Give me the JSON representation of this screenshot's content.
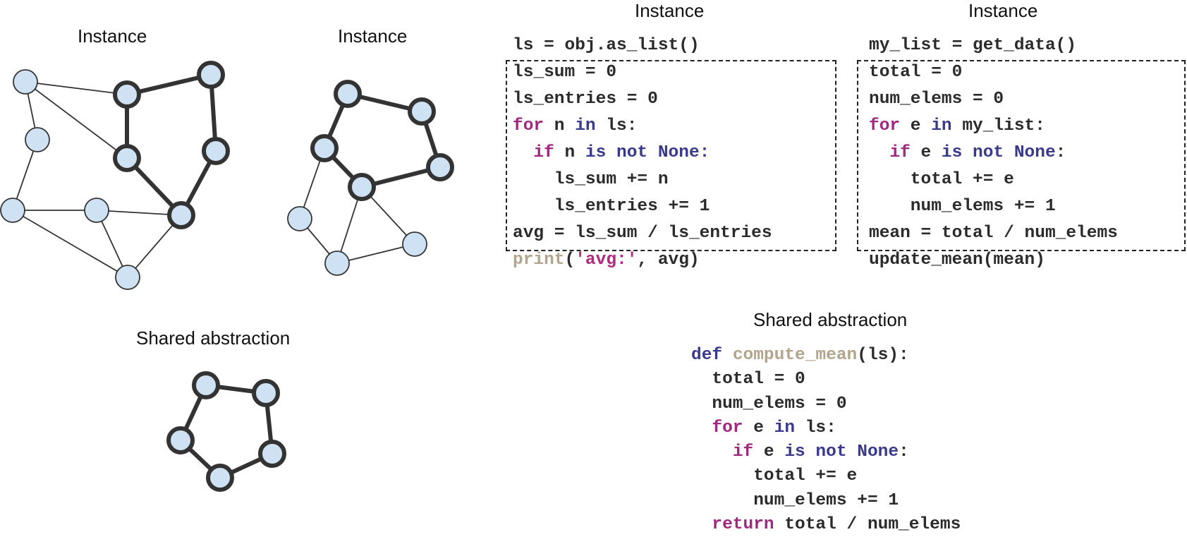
{
  "labels": {
    "graph_instance_1": "Instance",
    "graph_instance_2": "Instance",
    "graph_shared": "Shared abstraction",
    "code_instance_1": "Instance",
    "code_instance_2": "Instance",
    "code_shared": "Shared abstraction"
  },
  "colors": {
    "node_fill": "#cfe2f3",
    "edge": "#333333",
    "keyword_purple": "#a0287f",
    "keyword_blue": "#3a3a8c",
    "builtin_tan": "#b3a48c",
    "string_magenta": "#b0287f",
    "plain": "#2b2b2b"
  },
  "code_instance_1": {
    "lines": [
      [
        {
          "t": "ls = obj.as_list()",
          "c": "plain"
        }
      ],
      [
        {
          "t": "ls_sum = 0",
          "c": "plain"
        }
      ],
      [
        {
          "t": "ls_entries = 0",
          "c": "plain"
        }
      ],
      [
        {
          "t": "for",
          "c": "keyword_purple"
        },
        {
          "t": " n ",
          "c": "plain"
        },
        {
          "t": "in",
          "c": "keyword_blue"
        },
        {
          "t": " ls:",
          "c": "plain"
        }
      ],
      [
        {
          "t": "  ",
          "c": "plain"
        },
        {
          "t": "if",
          "c": "keyword_purple"
        },
        {
          "t": " n ",
          "c": "plain"
        },
        {
          "t": "is not None:",
          "c": "keyword_blue"
        }
      ],
      [
        {
          "t": "    ls_sum += n",
          "c": "plain"
        }
      ],
      [
        {
          "t": "    ls_entries += 1",
          "c": "plain"
        }
      ],
      [
        {
          "t": "avg = ls_sum / ls_entries",
          "c": "plain"
        }
      ],
      [
        {
          "t": "print",
          "c": "builtin_tan"
        },
        {
          "t": "(",
          "c": "plain"
        },
        {
          "t": "'avg:'",
          "c": "string_magenta"
        },
        {
          "t": ", avg)",
          "c": "plain"
        }
      ]
    ]
  },
  "code_instance_2": {
    "lines": [
      [
        {
          "t": "my_list = get_data()",
          "c": "plain"
        }
      ],
      [
        {
          "t": "total = 0",
          "c": "plain"
        }
      ],
      [
        {
          "t": "num_elems = 0",
          "c": "plain"
        }
      ],
      [
        {
          "t": "for",
          "c": "keyword_purple"
        },
        {
          "t": " e ",
          "c": "plain"
        },
        {
          "t": "in",
          "c": "keyword_blue"
        },
        {
          "t": " my_list:",
          "c": "plain"
        }
      ],
      [
        {
          "t": "  ",
          "c": "plain"
        },
        {
          "t": "if",
          "c": "keyword_purple"
        },
        {
          "t": " e ",
          "c": "plain"
        },
        {
          "t": "is not None",
          "c": "keyword_blue"
        },
        {
          "t": ":",
          "c": "plain"
        }
      ],
      [
        {
          "t": "    total += e",
          "c": "plain"
        }
      ],
      [
        {
          "t": "    num_elems += 1",
          "c": "plain"
        }
      ],
      [
        {
          "t": "mean = total / num_elems",
          "c": "plain"
        }
      ],
      [
        {
          "t": "update_mean(mean)",
          "c": "plain"
        }
      ]
    ]
  },
  "code_shared": {
    "lines": [
      [
        {
          "t": "def",
          "c": "keyword_blue"
        },
        {
          "t": " ",
          "c": "plain"
        },
        {
          "t": "compute_mean",
          "c": "builtin_tan"
        },
        {
          "t": "(ls):",
          "c": "plain"
        }
      ],
      [
        {
          "t": "  total = 0",
          "c": "plain"
        }
      ],
      [
        {
          "t": "  num_elems = 0",
          "c": "plain"
        }
      ],
      [
        {
          "t": "  ",
          "c": "plain"
        },
        {
          "t": "for",
          "c": "keyword_purple"
        },
        {
          "t": " e ",
          "c": "plain"
        },
        {
          "t": "in",
          "c": "keyword_blue"
        },
        {
          "t": " ls:",
          "c": "plain"
        }
      ],
      [
        {
          "t": "    ",
          "c": "plain"
        },
        {
          "t": "if",
          "c": "keyword_purple"
        },
        {
          "t": " e ",
          "c": "plain"
        },
        {
          "t": "is not None",
          "c": "keyword_blue"
        },
        {
          "t": ":",
          "c": "plain"
        }
      ],
      [
        {
          "t": "      total += e",
          "c": "plain"
        }
      ],
      [
        {
          "t": "      num_elems += 1",
          "c": "plain"
        }
      ],
      [
        {
          "t": "  ",
          "c": "plain"
        },
        {
          "t": "return",
          "c": "keyword_purple"
        },
        {
          "t": " total / num_elems",
          "c": "plain"
        }
      ]
    ]
  }
}
